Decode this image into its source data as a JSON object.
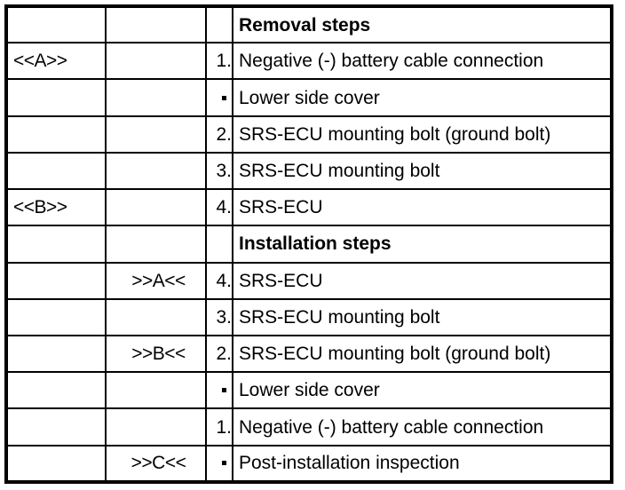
{
  "table": {
    "columns": [
      "reference-mark",
      "installation-mark",
      "step-number",
      "description"
    ],
    "bullet_glyph": "•",
    "rows": [
      {
        "mark": "",
        "ref": "",
        "num": "",
        "num_is_bullet": false,
        "desc": "Removal steps",
        "heading": true
      },
      {
        "mark": "<<A>>",
        "ref": "",
        "num": "1.",
        "num_is_bullet": false,
        "desc": "Negative (-) battery cable connection",
        "heading": false
      },
      {
        "mark": "",
        "ref": "",
        "num": "",
        "num_is_bullet": true,
        "desc": "Lower side cover",
        "heading": false
      },
      {
        "mark": "",
        "ref": "",
        "num": "2.",
        "num_is_bullet": false,
        "desc": "SRS-ECU mounting bolt (ground bolt)",
        "heading": false
      },
      {
        "mark": "",
        "ref": "",
        "num": "3.",
        "num_is_bullet": false,
        "desc": "SRS-ECU mounting bolt",
        "heading": false
      },
      {
        "mark": "<<B>>",
        "ref": "",
        "num": "4.",
        "num_is_bullet": false,
        "desc": "SRS-ECU",
        "heading": false
      },
      {
        "mark": "",
        "ref": "",
        "num": "",
        "num_is_bullet": false,
        "desc": "Installation steps",
        "heading": true
      },
      {
        "mark": "",
        "ref": ">>A<<",
        "num": "4.",
        "num_is_bullet": false,
        "desc": "SRS-ECU",
        "heading": false
      },
      {
        "mark": "",
        "ref": "",
        "num": "3.",
        "num_is_bullet": false,
        "desc": "SRS-ECU mounting bolt",
        "heading": false
      },
      {
        "mark": "",
        "ref": ">>B<<",
        "num": "2.",
        "num_is_bullet": false,
        "desc": "SRS-ECU mounting bolt (ground bolt)",
        "heading": false
      },
      {
        "mark": "",
        "ref": "",
        "num": "",
        "num_is_bullet": true,
        "desc": "Lower side cover",
        "heading": false
      },
      {
        "mark": "",
        "ref": "",
        "num": "1.",
        "num_is_bullet": false,
        "desc": "Negative (-) battery cable connection",
        "heading": false
      },
      {
        "mark": "",
        "ref": ">>C<<",
        "num": "",
        "num_is_bullet": true,
        "desc": "Post-installation inspection",
        "heading": false
      }
    ]
  },
  "colors": {
    "border": "#000000",
    "text": "#000000",
    "background": "#ffffff"
  }
}
